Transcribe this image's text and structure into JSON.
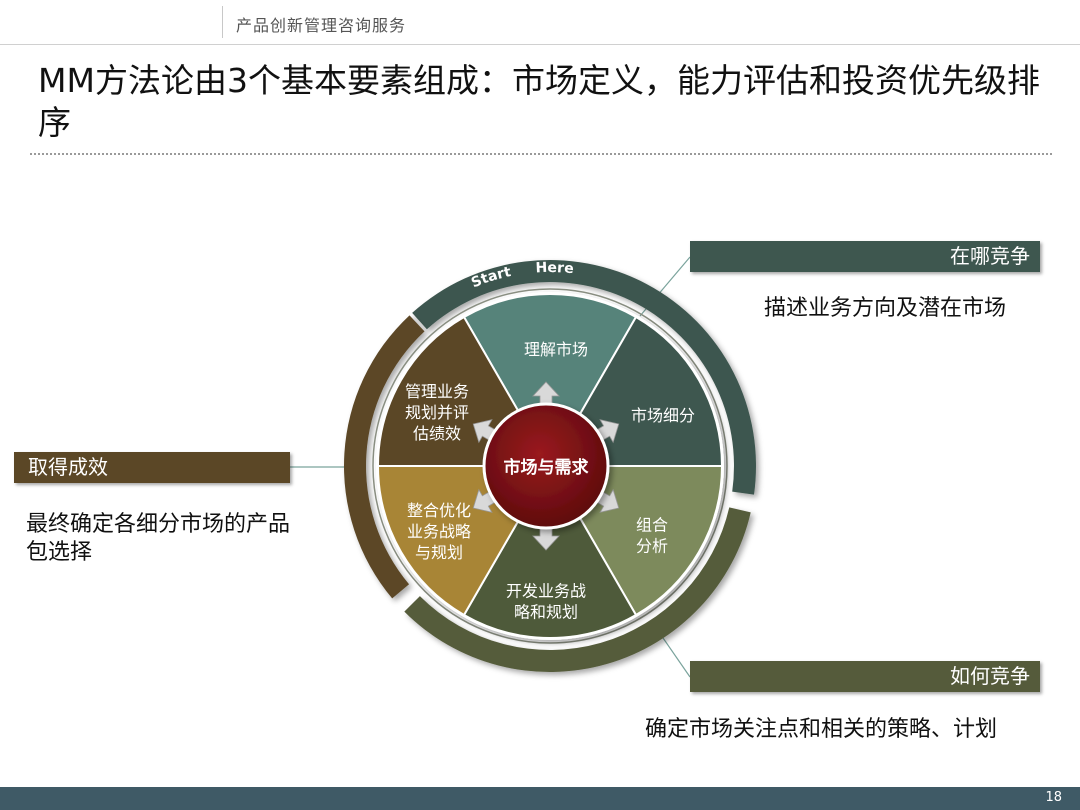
{
  "header": {
    "text": "产品创新管理咨询服务"
  },
  "title": "MM方法论由3个基本要素组成：市场定义，能力评估和投资优先级排序",
  "diagram": {
    "center": "市场与需求",
    "start_label": "Start",
    "here_label": "Here",
    "segments": [
      {
        "lines": [
          "理解市场"
        ],
        "color": "#56837a"
      },
      {
        "lines": [
          "市场细分"
        ],
        "color": "#3e574f"
      },
      {
        "lines": [
          "组合",
          "分析"
        ],
        "color": "#7d8a5c"
      },
      {
        "lines": [
          "开发业务战",
          "略和规划"
        ],
        "color": "#4e5a3a"
      },
      {
        "lines": [
          "整合优化",
          "业务战略",
          "与规划"
        ],
        "color": "#a88536"
      },
      {
        "lines": [
          "管理业务",
          "规划并评",
          "估绩效"
        ],
        "color": "#5b4726"
      }
    ]
  },
  "callouts": {
    "where": {
      "tag": "在哪竞争",
      "desc": "描述业务方向及潜在市场",
      "color": "#3e574f"
    },
    "result": {
      "tag": "取得成效",
      "desc_lines": [
        "最终确定各细分市场的产品",
        "包选择"
      ],
      "color": "#5b4726"
    },
    "how": {
      "tag": "如何竞争",
      "desc": "确定市场关注点和相关的策略、计划",
      "color": "#555b3b"
    }
  },
  "footer": {
    "page": "18"
  }
}
